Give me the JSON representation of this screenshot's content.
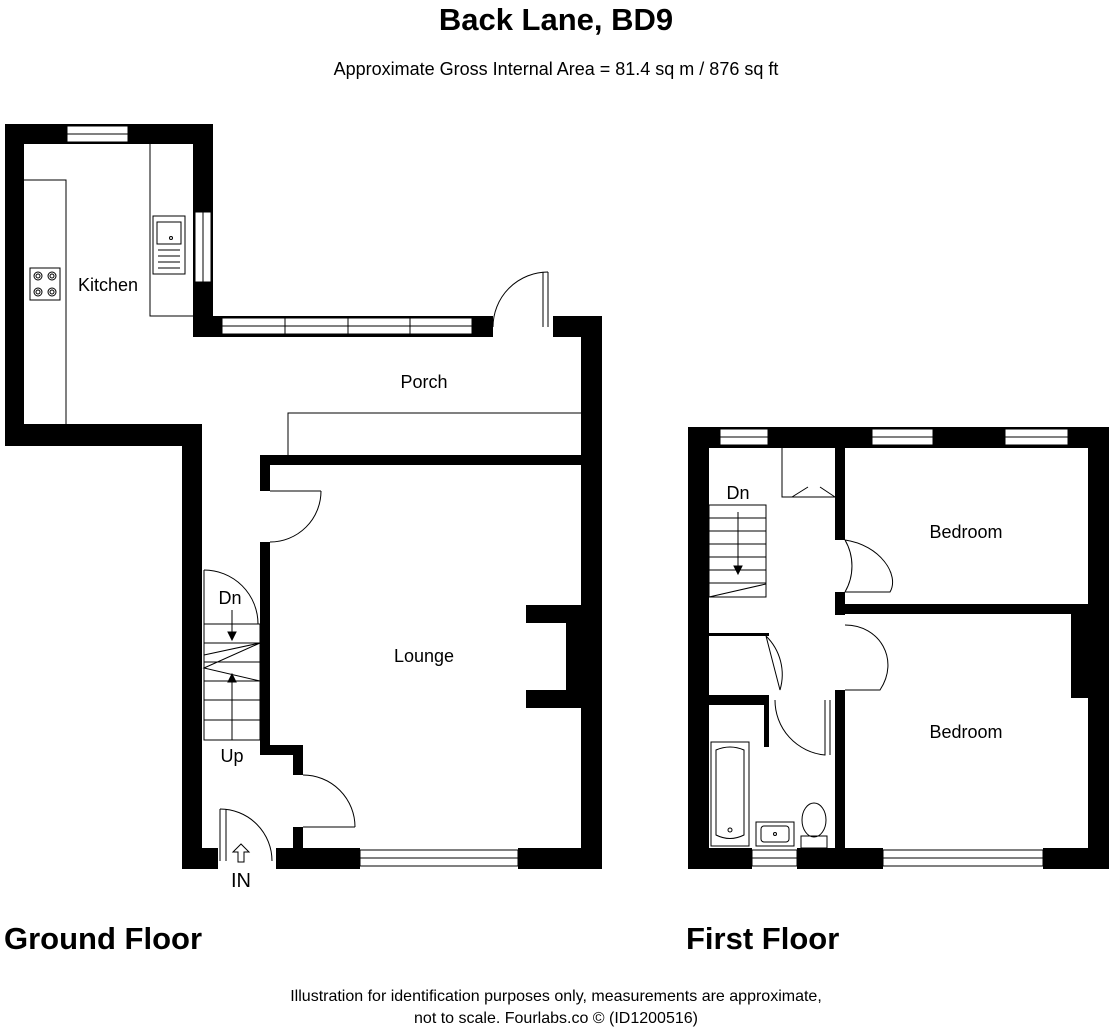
{
  "title": "Back Lane, BD9",
  "subtitle": "Approximate Gross Internal Area = 81.4 sq m / 876 sq ft",
  "ground_floor": {
    "label": "Ground Floor",
    "rooms": {
      "kitchen": "Kitchen",
      "porch": "Porch",
      "lounge": "Lounge"
    },
    "stairs_down": "Dn",
    "stairs_up": "Up",
    "entrance": "IN"
  },
  "first_floor": {
    "label": "First Floor",
    "rooms": {
      "bedroom_1": "Bedroom",
      "bedroom_2": "Bedroom"
    },
    "stairs_down": "Dn"
  },
  "disclaimer": {
    "line1": "Illustration for identification purposes only, measurements are approximate,",
    "line2": "not to scale. Fourlabs.co © (ID1200516)"
  }
}
